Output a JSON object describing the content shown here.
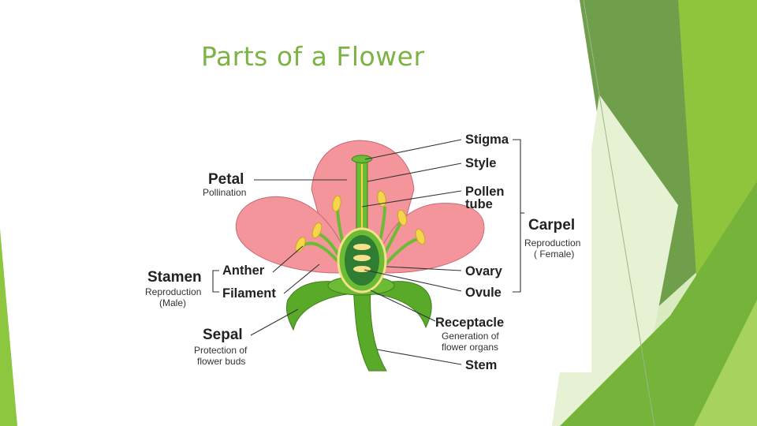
{
  "slide": {
    "title": "Parts of a Flower"
  },
  "diagram": {
    "labels": {
      "stigma": "Stigma",
      "style": "Style",
      "pollen_tube_1": "Pollen",
      "pollen_tube_2": "tube",
      "carpel": "Carpel",
      "carpel_sub_1": "Reproduction",
      "carpel_sub_2": "( Female)",
      "petal": "Petal",
      "petal_sub": "Pollination",
      "stamen": "Stamen",
      "stamen_sub_1": "Reproduction",
      "stamen_sub_2": "(Male)",
      "anther": "Anther",
      "filament": "Filament",
      "ovary": "Ovary",
      "ovule": "Ovule",
      "receptacle": "Receptacle",
      "receptacle_sub_1": "Generation of",
      "receptacle_sub_2": "flower organs",
      "sepal": "Sepal",
      "sepal_sub_1": "Protection of",
      "sepal_sub_2": "flower buds",
      "stem": "Stem"
    },
    "colors": {
      "petal": "#f4959b",
      "stem": "#5aaa2a",
      "anther": "#f5d54b",
      "ovary": "#2e7d32",
      "ovule": "#f7e08a"
    }
  },
  "theme": {
    "accent": "#8dc63f",
    "title_color": "#7cb342"
  }
}
